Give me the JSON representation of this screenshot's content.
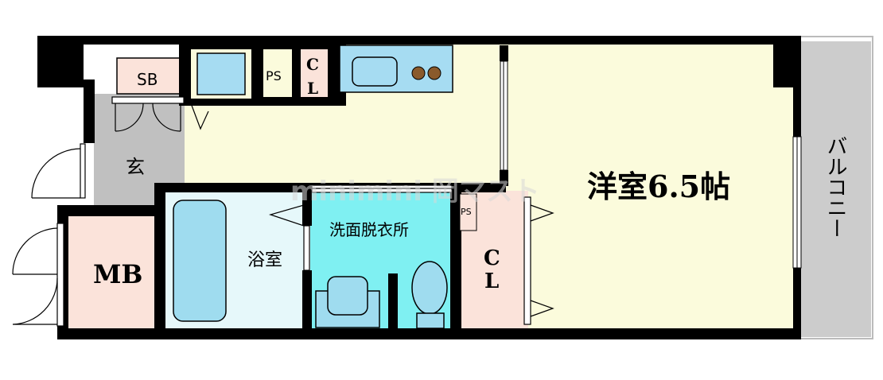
{
  "plan": {
    "rooms": {
      "western_room": "洋室6.5帖",
      "balcony": "バルコニー",
      "entrance": "玄",
      "shoe_box": "SB",
      "meter_box": "MB",
      "bathroom": "浴室",
      "washroom": "洗面脱衣所",
      "pipe_space_top": "PS",
      "pipe_space_small": "PS",
      "closet_top_1": "C",
      "closet_top_2": "L",
      "closet_main_1": "C",
      "closet_main_2": "L"
    },
    "watermark": "minimini 岡マスト"
  },
  "colors": {
    "wall": "#000000",
    "western_room": "#fbfbdc",
    "kitchen_floor": "#fbfbdc",
    "entrance": "#c0c0c0",
    "pink": "#fbe3da",
    "bath": "#e6f8fa",
    "bathtub": "#9fdcef",
    "washroom": "#7ff0f2",
    "balcony": "#cccccc",
    "kitchen_counter": "#a6dcf2"
  }
}
